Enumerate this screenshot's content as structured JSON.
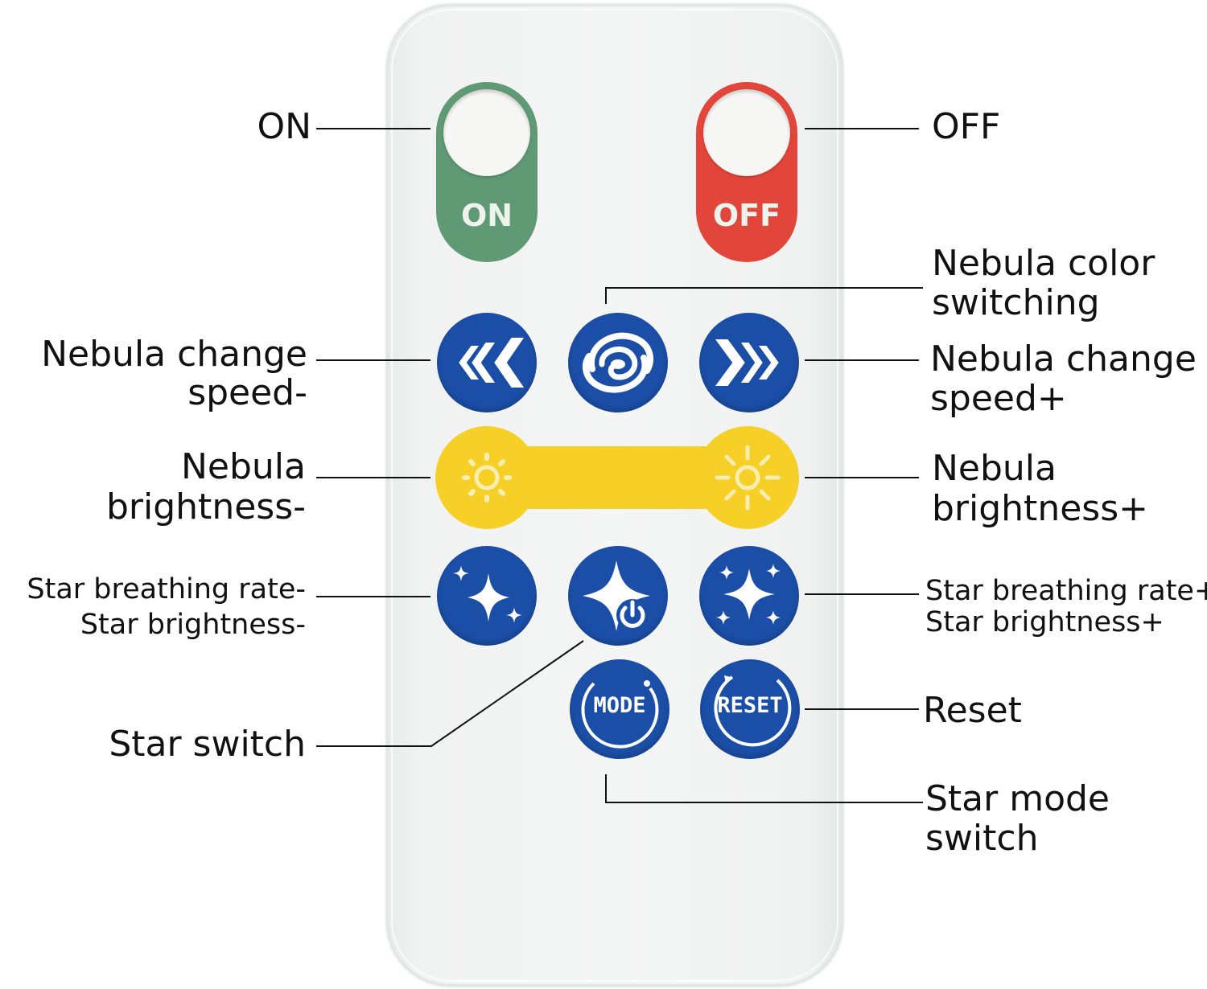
{
  "remote": {
    "on_button_text": "ON",
    "off_button_text": "OFF",
    "mode_button_text": "MODE",
    "reset_button_text": "RESET",
    "colors": {
      "on_green": "#5f9a74",
      "off_red": "#e2453a",
      "button_blue": "#1b4ea6",
      "brightness_yellow": "#f6cf27"
    },
    "icons": {
      "speed_down": "triple-chevron-left-icon",
      "color_switch": "nebula-swirl-icon",
      "speed_up": "triple-chevron-right-icon",
      "brightness_down": "sun-small-icon",
      "brightness_up": "sun-large-icon",
      "star_down": "sparkle-stars-icon",
      "star_switch": "star-power-icon",
      "star_up": "four-star-icon"
    }
  },
  "callouts": {
    "on": "ON",
    "off": "OFF",
    "nebula_color_line1": "Nebula color",
    "nebula_color_line2": "switching",
    "speed_minus_line1": "Nebula change",
    "speed_minus_line2": "speed-",
    "speed_plus_line1": "Nebula change",
    "speed_plus_line2": "speed+",
    "bright_minus_line1": "Nebula",
    "bright_minus_line2": "brightness-",
    "bright_plus_line1": "Nebula",
    "bright_plus_line2": "brightness+",
    "star_minus_line1": "Star breathing rate-",
    "star_minus_line2": "Star brightness-",
    "star_plus_line1": "Star breathing rate+",
    "star_plus_line2": "Star brightness+",
    "star_switch": "Star switch",
    "reset": "Reset",
    "star_mode_line1": "Star mode",
    "star_mode_line2": "switch"
  }
}
